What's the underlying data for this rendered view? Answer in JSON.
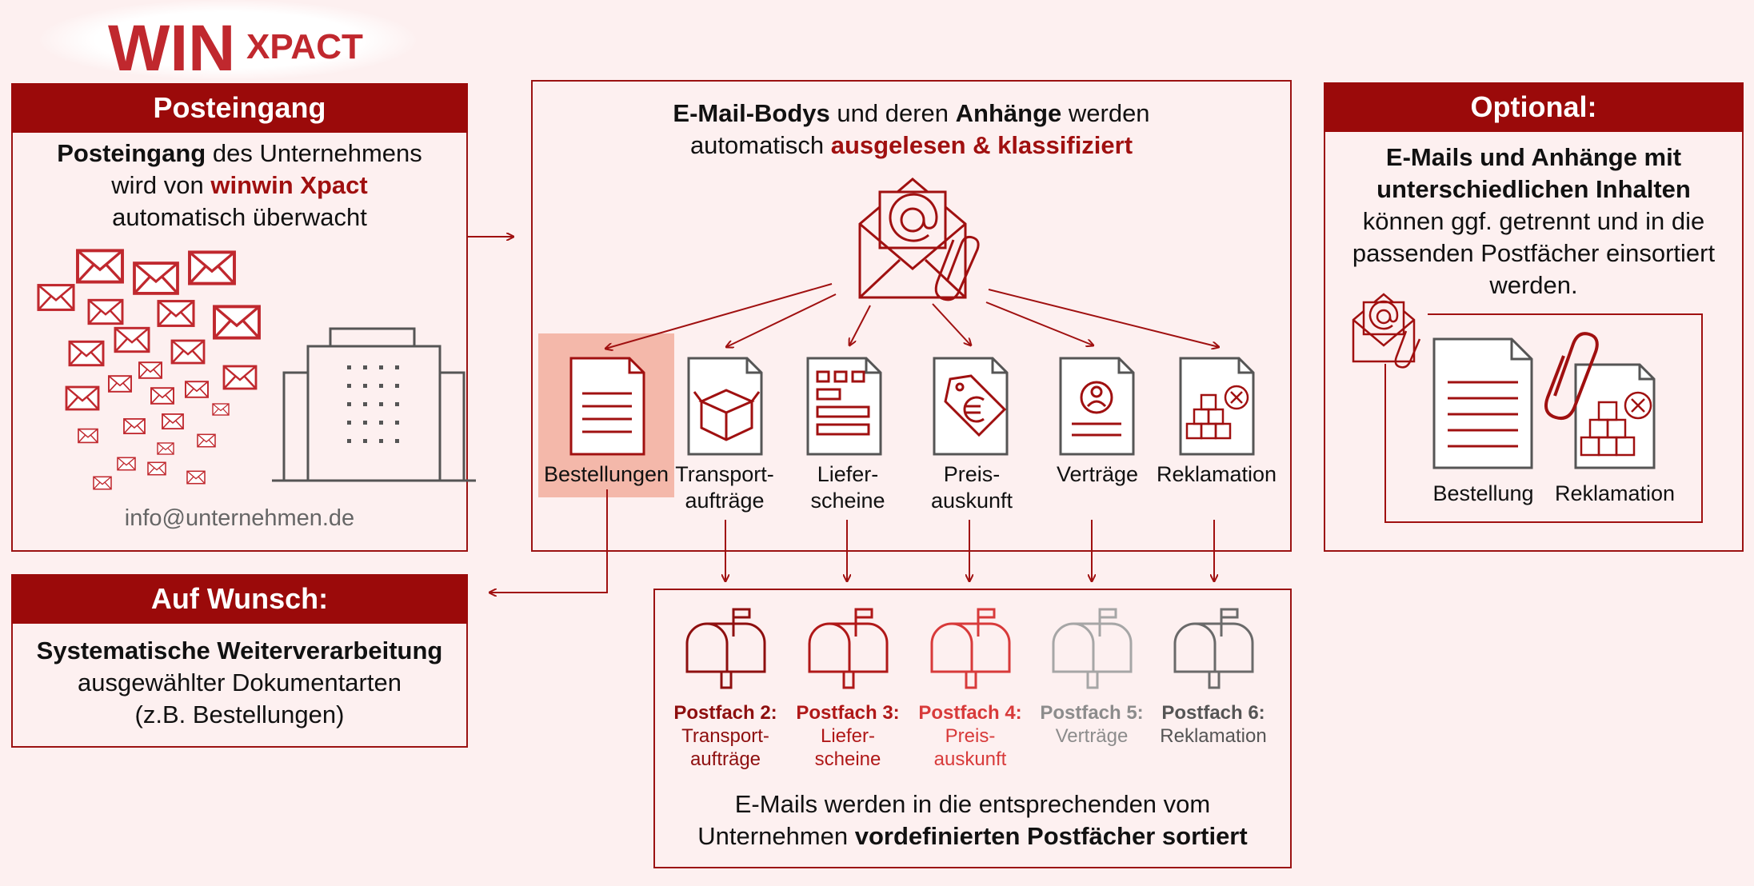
{
  "logo": {
    "win": "WIN",
    "xpact": "XPACT"
  },
  "posteingang": {
    "header": "Posteingang",
    "line1_bold": "Posteingang",
    "line1_rest": " des Unternehmens",
    "line2_pre": "wird von ",
    "line2_red": "winwin Xpact",
    "line3": "automatisch überwacht",
    "email": "info@unternehmen.de"
  },
  "center": {
    "l1_b1": "E-Mail-Bodys",
    "l1_t1": " und deren ",
    "l1_b2": "Anhänge",
    "l1_t2": " werden",
    "l2_t": "automatisch ",
    "l2_red": "ausgelesen & klassifiziert",
    "docs": [
      {
        "l1": "Bestellungen",
        "l2": ""
      },
      {
        "l1": "Transport-",
        "l2": "aufträge"
      },
      {
        "l1": "Liefer-",
        "l2": "scheine"
      },
      {
        "l1": "Preis-",
        "l2": "auskunft"
      },
      {
        "l1": "Verträge",
        "l2": ""
      },
      {
        "l1": "Reklamation",
        "l2": ""
      }
    ]
  },
  "optional": {
    "header": "Optional:",
    "b1": "E-Mails und Anhänge mit",
    "b2": "unterschiedlichen Inhalten",
    "t1": "können ggf. getrennt und in die",
    "t2": "passenden Postfächer einsortiert",
    "t3": "werden.",
    "label1": "Bestellung",
    "label2": "Reklamation"
  },
  "wunsch": {
    "header": "Auf Wunsch:",
    "b1": "Systematische Weiterverarbeitung",
    "t1": "ausgewählter Dokumentarten",
    "t2": "(z.B. Bestellungen)"
  },
  "mailboxes": {
    "items": [
      {
        "title": "Postfach 2:",
        "l1": "Transport-",
        "l2": "aufträge",
        "color": "#8e0f0f",
        "titlecolor": "#8e0f0f",
        "textcolor": "#8e0f0f"
      },
      {
        "title": "Postfach 3:",
        "l1": "Liefer-",
        "l2": "scheine",
        "color": "#b01818",
        "titlecolor": "#b01818",
        "textcolor": "#b01818"
      },
      {
        "title": "Postfach 4:",
        "l1": "Preis-",
        "l2": "auskunft",
        "color": "#d83a3a",
        "titlecolor": "#d83a3a",
        "textcolor": "#d83a3a"
      },
      {
        "title": "Postfach 5:",
        "l1": "Verträge",
        "l2": "",
        "color": "#a6a6a6",
        "titlecolor": "#8c8c8c",
        "textcolor": "#8c8c8c"
      },
      {
        "title": "Postfach 6:",
        "l1": "Reklamation",
        "l2": "",
        "color": "#6a6a6a",
        "titlecolor": "#555555",
        "textcolor": "#555555"
      }
    ],
    "f1": "E-Mails werden in die entsprechenden vom",
    "f2_t": "Unternehmen ",
    "f2_b": "vordefinierten Postfächer sortiert"
  },
  "colors": {
    "brand": "#9b0a0a",
    "accent": "#a01010",
    "highlight": "#f4b8aa"
  }
}
